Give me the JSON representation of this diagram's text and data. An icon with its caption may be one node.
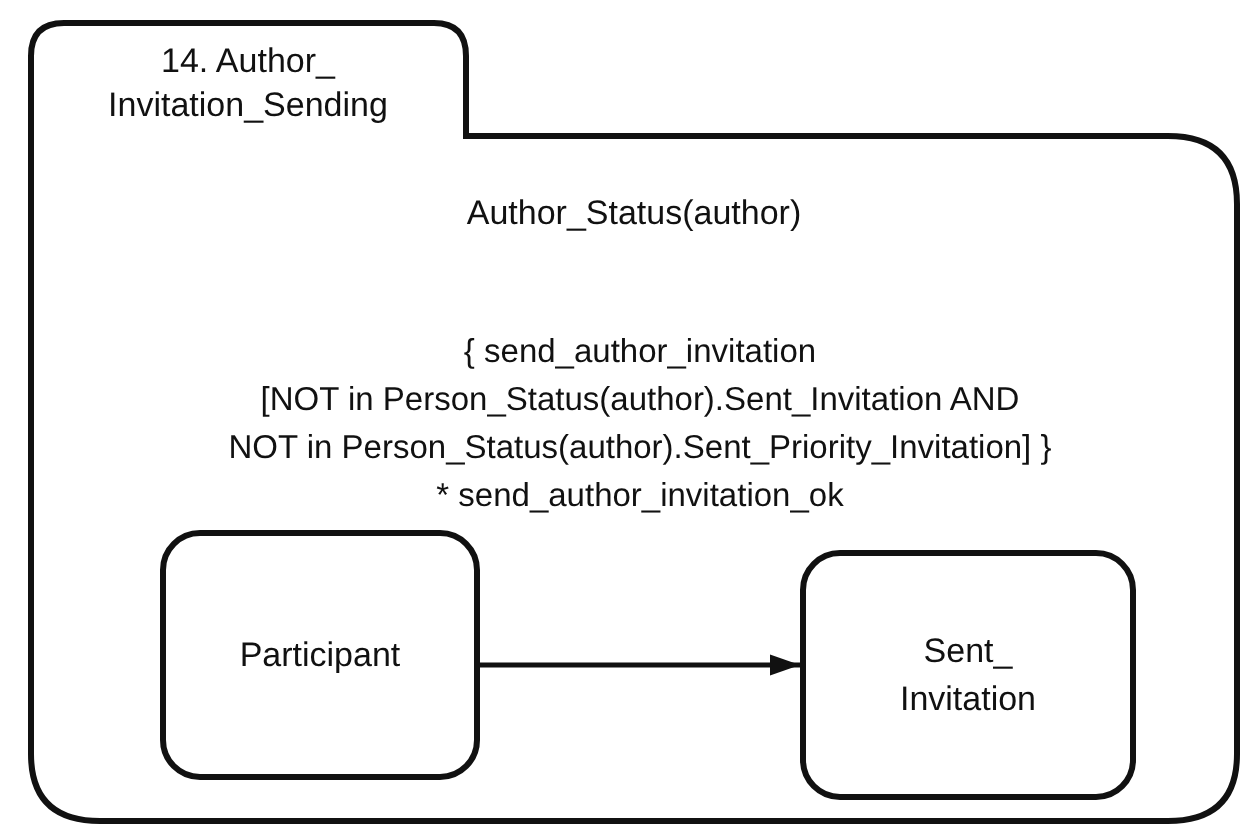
{
  "diagram": {
    "nodes": [
      {
        "text": [
          "14. Author_ Invitation_Sending",
          "Author_Status(author)"
        ]
      },
      {
        "text": [
          "Participant"
        ],
        "in": 0
      },
      {
        "text": [
          "Sent_ Invitation"
        ],
        "in": 0
      }
    ],
    "edges": [
      {
        "from": 1,
        "to": 2,
        "arrow": "to"
      }
    ],
    "labels": [
      "{ send_author_invitation",
      "[NOT in Person_Status(author).Sent_Invitation AND",
      "NOT in Person_Status(author).Sent_Priority_Invitation] }",
      "* send_author_invitation_ok"
    ]
  }
}
